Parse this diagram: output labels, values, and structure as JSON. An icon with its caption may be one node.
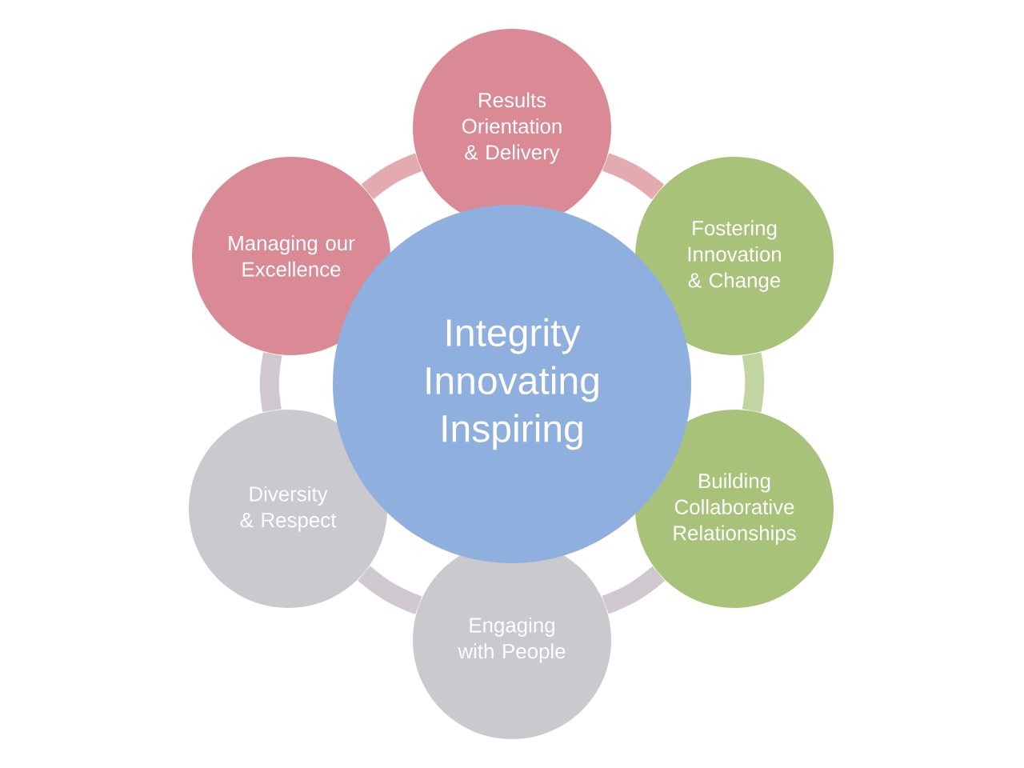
{
  "diagram": {
    "nodes": [
      {
        "text": [
          "Results Orientation & Delivery"
        ]
      },
      {
        "text": [
          "Fostering Innovation & Change"
        ]
      },
      {
        "text": [
          "Building Collaborative Relationships"
        ]
      },
      {
        "text": [
          "Engaging with People"
        ]
      },
      {
        "text": [
          "Diversity & Respect"
        ]
      },
      {
        "text": [
          "Managing our Excellence"
        ]
      },
      {
        "text": [
          "Integrity Innovating Inspiring"
        ]
      }
    ],
    "edges": [
      {
        "from": 0,
        "to": 1,
        "arrow": "none",
        "color": "#e3aab0"
      },
      {
        "from": 1,
        "to": 2,
        "arrow": "none",
        "color": "#c3d4a3"
      },
      {
        "from": 2,
        "to": 3,
        "arrow": "none"
      },
      {
        "from": 3,
        "to": 4,
        "arrow": "none"
      },
      {
        "from": 4,
        "to": 5,
        "arrow": "none"
      },
      {
        "from": 5,
        "to": 0,
        "arrow": "none",
        "color": "#e3aab0"
      }
    ]
  }
}
